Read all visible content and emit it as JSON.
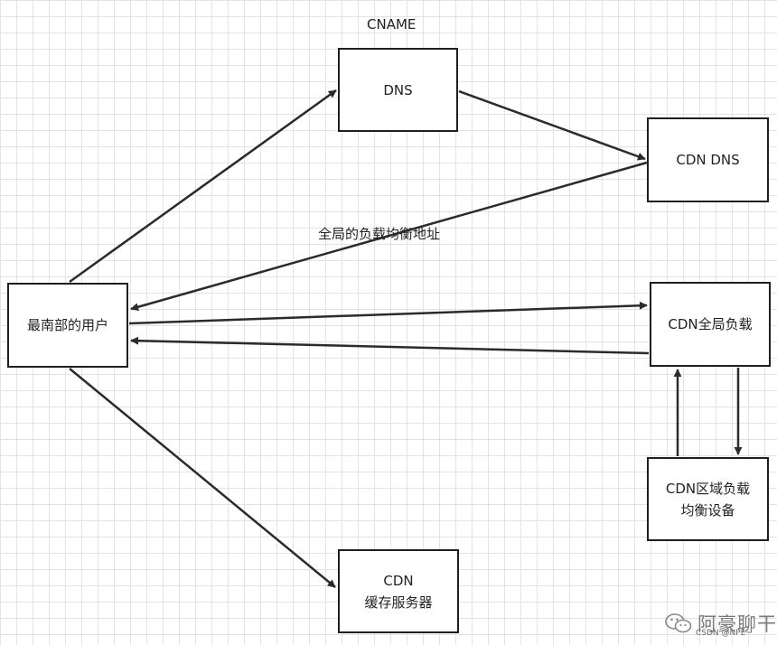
{
  "diagram": {
    "nodes": {
      "user": "最南部的用户",
      "dns": "DNS",
      "cdn_dns": "CDN DNS",
      "cdn_global_lb": "CDN全局负载",
      "cdn_regional_lb": "CDN区域负载\n均衡设备",
      "cdn_cache": "CDN\n缓存服务器"
    },
    "labels": {
      "cname": "CNAME",
      "global_lb_addr": "全局的负载均衡地址"
    },
    "edges": [
      {
        "from": "user",
        "to": "dns"
      },
      {
        "from": "dns",
        "to": "cdn_dns"
      },
      {
        "from": "cdn_dns",
        "to": "user",
        "label": "全局的负载均衡地址"
      },
      {
        "from": "user",
        "to": "cdn_global_lb"
      },
      {
        "from": "cdn_global_lb",
        "to": "user"
      },
      {
        "from": "cdn_global_lb",
        "to": "cdn_regional_lb"
      },
      {
        "from": "cdn_regional_lb",
        "to": "cdn_global_lb"
      },
      {
        "from": "user",
        "to": "cdn_cache"
      }
    ],
    "colors": {
      "line": "#2b2b2b",
      "border": "#1f1f1f",
      "grid": "#e3e3e3"
    }
  },
  "watermark": {
    "text": "阿豪聊干",
    "sub": "CSDN @NPE~",
    "icon": "wechat-icon"
  }
}
